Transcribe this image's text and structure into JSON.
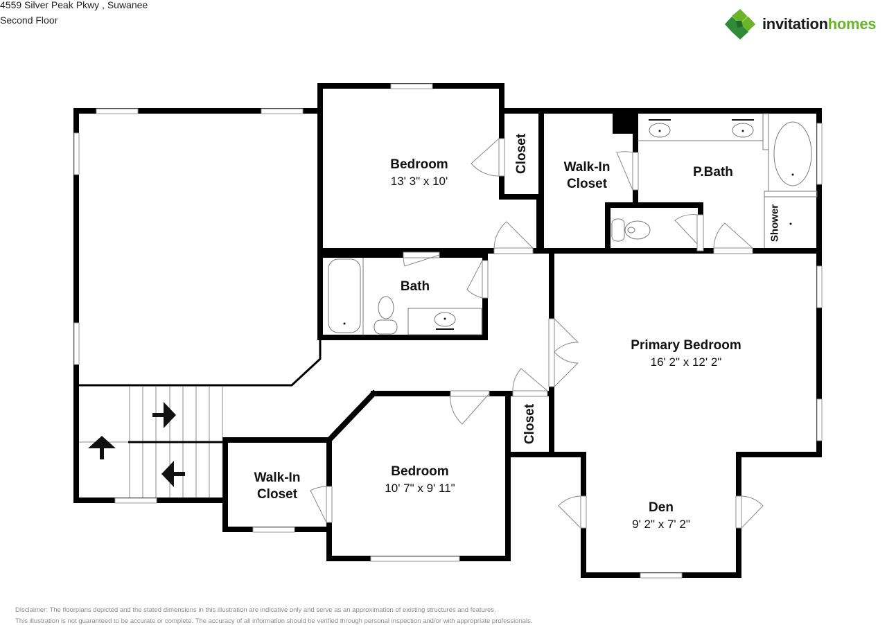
{
  "header": {
    "address": "4559 Silver Peak Pkwy , Suwanee",
    "floor": "Second Floor"
  },
  "logo": {
    "icon": "invitation-homes-leaf-logo-icon",
    "text_primary": "invitation",
    "text_secondary": "homes",
    "colors": {
      "dark_green": "#2f8a3a",
      "mid_green": "#6ab42d",
      "light_green": "#9ccf4a",
      "text": "#1a1a1a"
    }
  },
  "rooms": [
    {
      "id": "bedroom-2",
      "name": "Bedroom",
      "dimensions": "13' 3\" x 10'"
    },
    {
      "id": "closet-1",
      "name": "Closet"
    },
    {
      "id": "walk-in-closet-primary",
      "name": "Walk-In Closet",
      "line1": "Walk-In",
      "line2": "Closet"
    },
    {
      "id": "primary-bath",
      "name": "P.Bath"
    },
    {
      "id": "shower",
      "name": "Shower"
    },
    {
      "id": "bath",
      "name": "Bath"
    },
    {
      "id": "primary-bedroom",
      "name": "Primary Bedroom",
      "dimensions": "16' 2\" x 12' 2\""
    },
    {
      "id": "closet-2",
      "name": "Closet"
    },
    {
      "id": "bedroom-3",
      "name": "Bedroom",
      "dimensions": "10' 7\" x 9' 11\""
    },
    {
      "id": "walk-in-closet-2",
      "name": "Walk-In Closet",
      "line1": "Walk-In",
      "line2": "Closet"
    },
    {
      "id": "den",
      "name": "Den",
      "dimensions": "9' 2\" x 7' 2\""
    }
  ],
  "stairs": {
    "arrows": [
      "up-arrow-icon",
      "right-arrow-icon",
      "left-arrow-icon"
    ]
  },
  "disclaimer": {
    "line1": "Disclaimer: The floorplans depicted and the stated dimensions in this illustration are indicative only and serve as an approximation of existing structures and features.",
    "line2": "This illustration is not guaranteed to be accurate or complete. The accuracy of all information should be verified through personal inspection and/or with appropriate professionals."
  },
  "colors": {
    "wall": "#000000",
    "fixture_line": "#888888",
    "background": "#ffffff",
    "disclaimer_text": "#8a8a8a"
  }
}
